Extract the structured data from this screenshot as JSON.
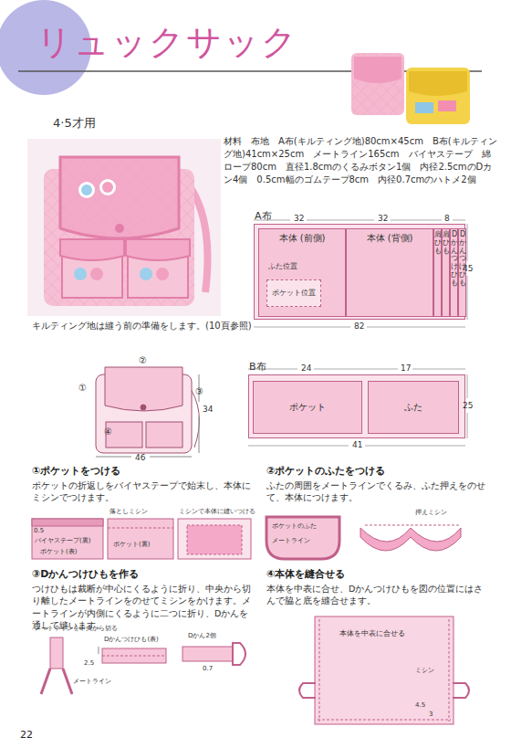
{
  "diagram": {
    "title": "リュックサック",
    "nodes": [
      {
        "text": [
          "A布"
        ]
      },
      {
        "text": [
          "本体 (前側)"
        ],
        "in": 0
      },
      {
        "text": [
          "ポケット位置"
        ],
        "in": 1
      },
      {
        "text": [
          "本体 (背側)"
        ],
        "in": 0
      },
      {
        "text": [
          "肩ひも"
        ],
        "in": 0
      },
      {
        "text": [
          "肩ひも"
        ],
        "in": 0
      },
      {
        "text": [
          "Dかんつけひも"
        ],
        "in": 0
      },
      {
        "text": [
          "Dかんつけひも"
        ],
        "in": 0
      },
      {
        "text": [
          "B布"
        ]
      },
      {
        "text": [
          "ポケット"
        ],
        "in": 8
      },
      {
        "text": [
          "ふた"
        ],
        "in": 8
      }
    ],
    "labels": [
      "4·5才用",
      "材料　布地　A布(キルティング地)80cm×45cm　B布(キルティング地)41cm×25cm　メートライン165cm　バイヤステープ　綿ロープ80cm　直径1.8cmのくるみボタン1個　内径2.5cmのDカン4個　0.5cm幅のゴムテープ8cm　内径0.7cmのハトメ2個",
      "キルティング地は縫う前の準備をします。(10頁参照)",
      "32",
      "32",
      "8",
      "45",
      "82",
      "ふた位置",
      "①",
      "②",
      "③",
      "④",
      "34",
      "46",
      "24",
      "17",
      "25",
      "41",
      "①ポケットをつける",
      "ポケットの折返しをバイヤステープで始末し、本体にミシンでつけます。",
      "②ポケットのふたをつける",
      "ふたの周囲をメートラインでくるみ、ふた押えをのせて、本体につけます。",
      "③Dかんつけひもを作る",
      "つけひもは裁断が中心にくるように折り、中央から切り離したメートラインをのせてミシンをかけます。メートラインが内側にくるように二つに折り、Dかんを通して縫います。",
      "④本体を縫合せる",
      "本体を中表に合せ、Dかんつけひもを図の位置にはさんで脇と底を縫合せます。",
      "0.5",
      "バイヤステープ(裏)",
      "ポケット(表)",
      "落としミシン",
      "ポケット(裏)",
      "ミシンで本体に縫いつける",
      "ポケットのふた",
      "メートライン",
      "押えミシン",
      "メートラインを中央から切る",
      "メートライン",
      "Dかんつけひも(表)",
      "2.5",
      "Dかん2個",
      "0.7",
      "本体を中表に合せる",
      "ミシン",
      "4.5",
      "3",
      "22"
    ]
  }
}
